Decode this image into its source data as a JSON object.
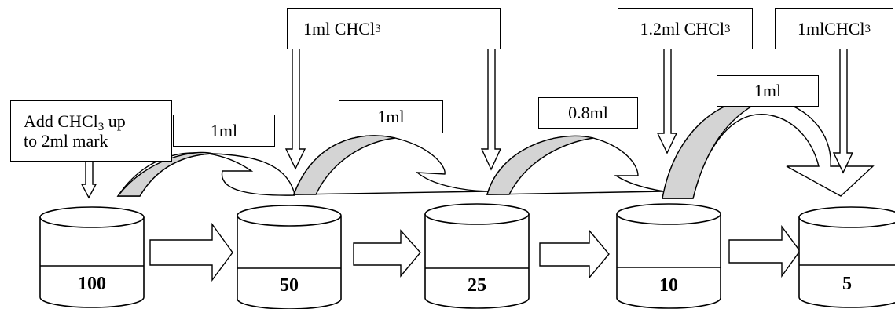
{
  "start_box": {
    "line1_prefix": "Add CHCl",
    "line1_sub": "3",
    "line1_suffix": " up",
    "line2": "to 2ml mark"
  },
  "chcl3_boxes": [
    {
      "prefix": "1ml CHCl",
      "sub": "3"
    },
    {
      "prefix": "1.2ml CHCl",
      "sub": "3"
    },
    {
      "prefix": "1mlCHCl",
      "sub": "3"
    }
  ],
  "transfer_labels": [
    "1ml",
    "1ml",
    "0.8ml",
    "1ml"
  ],
  "containers": [
    {
      "value": "100"
    },
    {
      "value": "50"
    },
    {
      "value": "25"
    },
    {
      "value": "10"
    },
    {
      "value": "5"
    }
  ],
  "colors": {
    "stroke": "#000000",
    "arc_fill": "#d4d4d4",
    "background": "#ffffff"
  }
}
